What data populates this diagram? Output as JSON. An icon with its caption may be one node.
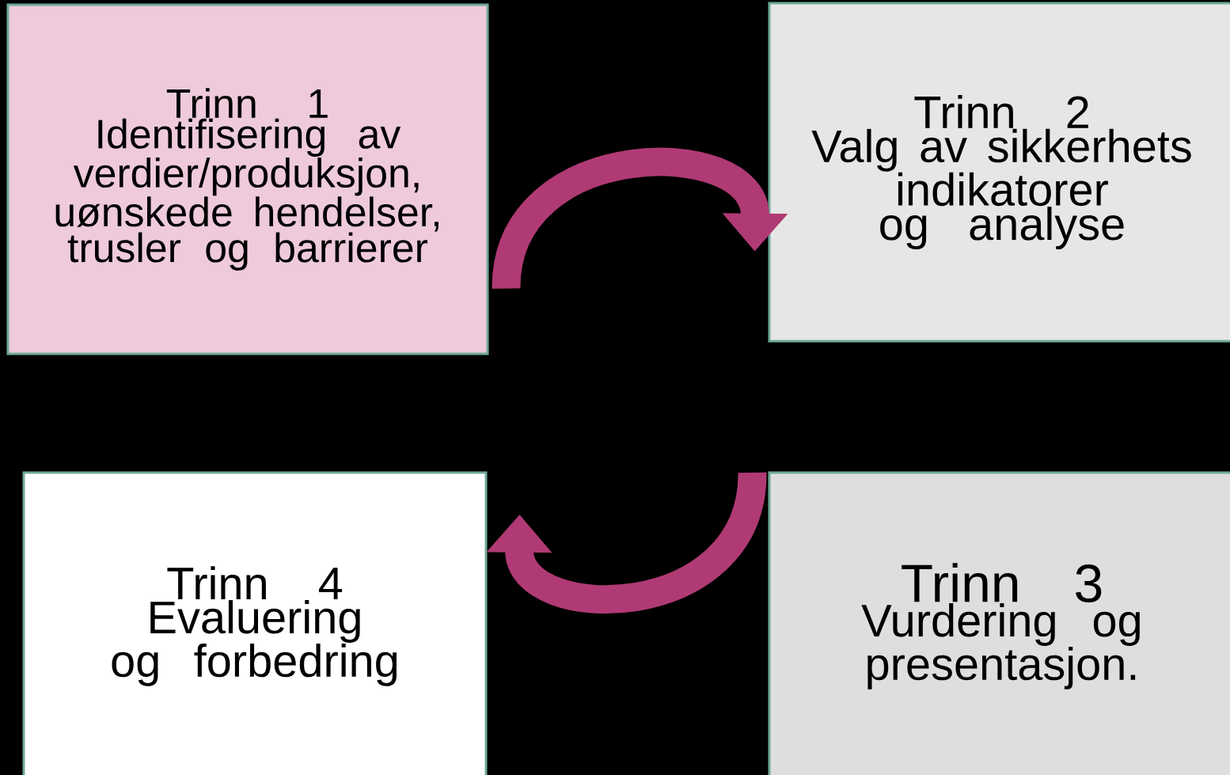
{
  "diagram": {
    "nodes": [
      {
        "text": [
          "Trinn 1",
          "Identifisering av verdier/produksjon, uønskede hendelser, trusler og barrierer"
        ]
      },
      {
        "text": [
          "Trinn 2",
          "Valg av sikkerhets indikatorer og analyse"
        ]
      },
      {
        "text": [
          "Trinn 3",
          "Vurdering og presentasjon."
        ]
      },
      {
        "text": [
          "Trinn 4",
          "Evaluering og forbedring"
        ]
      }
    ],
    "edges": [
      {
        "from": 0,
        "to": 1,
        "arrow": "to"
      },
      {
        "from": 2,
        "to": 3,
        "arrow": "to"
      }
    ]
  }
}
